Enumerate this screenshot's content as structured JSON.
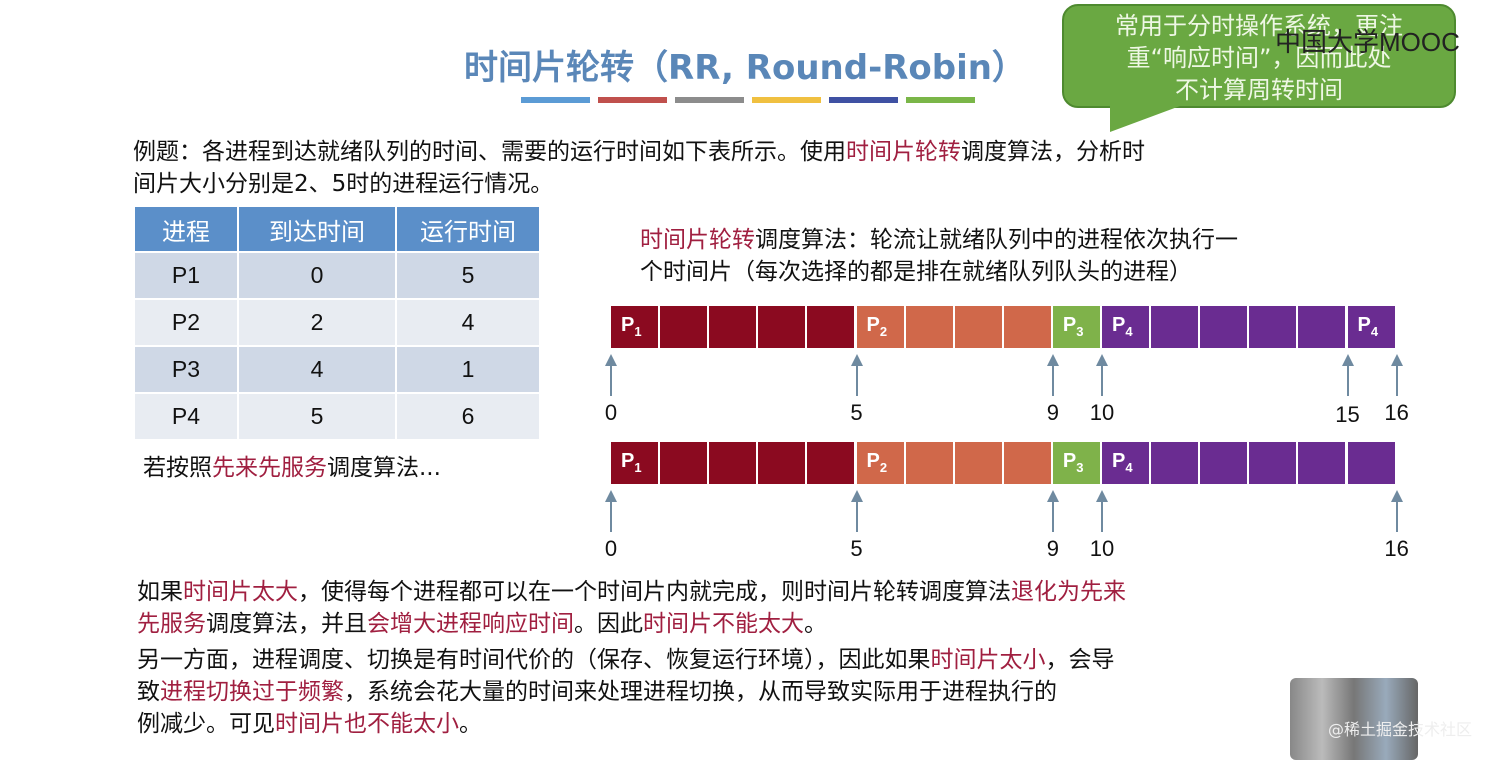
{
  "title": "时间片轮转（RR, Round-Robin）",
  "title_bar_colors": [
    "#5b9bd5",
    "#c0504d",
    "#8c8c8c",
    "#f0c040",
    "#3f51a3",
    "#7ab648"
  ],
  "callout": {
    "lines": [
      "常用于分时操作系统，更注",
      "重“响应时间”，因而此处",
      "不计算周转时间"
    ]
  },
  "logo": "中国大学MOOC",
  "watermark": "@稀土掘金技术社区",
  "highlight_color": "#a01f40",
  "intro": [
    [
      {
        "t": "例题：各进程到达就绪队列的时间、需要的运行时间如下表所示。使用"
      },
      {
        "t": "时间片轮转",
        "h": true
      },
      {
        "t": "调度算法，分析时"
      }
    ],
    [
      {
        "t": "间片大小分别是2、5时的进程运行情况。"
      }
    ]
  ],
  "table": {
    "headers": [
      "进程",
      "到达时间",
      "运行时间"
    ],
    "rows": [
      [
        "P1",
        "0",
        "5"
      ],
      [
        "P2",
        "2",
        "4"
      ],
      [
        "P3",
        "4",
        "1"
      ],
      [
        "P4",
        "5",
        "6"
      ]
    ]
  },
  "rr_desc": [
    [
      {
        "t": "时间片轮转",
        "h": true
      },
      {
        "t": "调度算法：轮流让就绪队列中的进程依次执行一"
      }
    ],
    [
      {
        "t": "个时间片（每次选择的都是排在就绪队列队头的进程）"
      }
    ]
  ],
  "fcfs_note": [
    [
      {
        "t": "若按照"
      },
      {
        "t": "先来先服务",
        "h": true
      },
      {
        "t": "调度算法..."
      }
    ]
  ],
  "process_colors": {
    "P1": "#8b0a20",
    "P2": "#d0684a",
    "P3": "#7fb24a",
    "P4": "#6a2c91"
  },
  "gantt": [
    {
      "segments": [
        {
          "p": "P1",
          "s": 0,
          "e": 5
        },
        {
          "p": "P2",
          "s": 5,
          "e": 9
        },
        {
          "p": "P3",
          "s": 9,
          "e": 10
        },
        {
          "p": "P4",
          "s": 10,
          "e": 15
        },
        {
          "p": "P4",
          "s": 15,
          "e": 16
        }
      ],
      "ticks": [
        0,
        5,
        9,
        10,
        15,
        16
      ]
    },
    {
      "segments": [
        {
          "p": "P1",
          "s": 0,
          "e": 5
        },
        {
          "p": "P2",
          "s": 5,
          "e": 9
        },
        {
          "p": "P3",
          "s": 9,
          "e": 10
        },
        {
          "p": "P4",
          "s": 10,
          "e": 16
        }
      ],
      "ticks": [
        0,
        5,
        9,
        10,
        16
      ]
    }
  ],
  "conclusion": [
    [
      {
        "t": "如果"
      },
      {
        "t": "时间片太大",
        "h": true
      },
      {
        "t": "，使得每个进程都可以在一个时间片内就完成，则时间片轮转调度算法"
      },
      {
        "t": "退化为先来",
        "h": true
      }
    ],
    [
      {
        "t": "先服务",
        "h": true
      },
      {
        "t": "调度算法，并且"
      },
      {
        "t": "会增大进程响应时间",
        "h": true
      },
      {
        "t": "。因此"
      },
      {
        "t": "时间片不能太大",
        "h": true
      },
      {
        "t": "。"
      }
    ],
    [
      {
        "t": "另一方面，进程调度、切换是有时间代价的（保存、恢复运行环境），因此如果"
      },
      {
        "t": "时间片太小",
        "h": true
      },
      {
        "t": "，会导"
      }
    ],
    [
      {
        "t": "致"
      },
      {
        "t": "进程切换过于频繁",
        "h": true
      },
      {
        "t": "，系统会花大量的时间来处理进程切换，从而导致实际用于进程执行的"
      }
    ],
    [
      {
        "t": "例减少。可见"
      },
      {
        "t": "时间片也不能太小",
        "h": true
      },
      {
        "t": "。"
      }
    ]
  ]
}
